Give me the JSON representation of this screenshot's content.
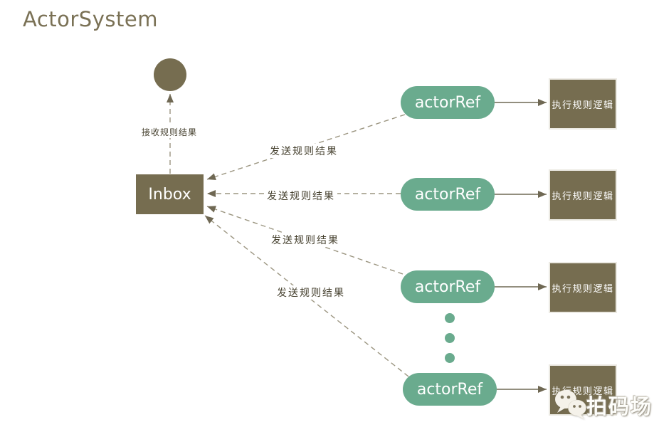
{
  "title": "ActorSystem",
  "colors": {
    "node_olive": "#766d50",
    "node_green": "#6aab8e",
    "solid_line": "#6f6853",
    "dashed_line": "#9b9580",
    "edge_label_text": "#46412f",
    "title_text": "#7a7155"
  },
  "inbox": {
    "label": "Inbox"
  },
  "receive_edge_label": "接收规则结果",
  "rows": [
    {
      "actor": "actorRef",
      "target": "执行规则逻辑",
      "edge_label": "发送规则结果"
    },
    {
      "actor": "actorRef",
      "target": "执行规则逻辑",
      "edge_label": "发送规则结果"
    },
    {
      "actor": "actorRef",
      "target": "执行规则逻辑",
      "edge_label": "发送规则结果"
    },
    {
      "actor": "actorRef",
      "target": "执行规则逻辑",
      "edge_label": "发送规则结果"
    }
  ],
  "ellipsis": {
    "dot_count": 3
  },
  "watermark": {
    "icon": "wechat-icon",
    "text": "拍码场"
  }
}
